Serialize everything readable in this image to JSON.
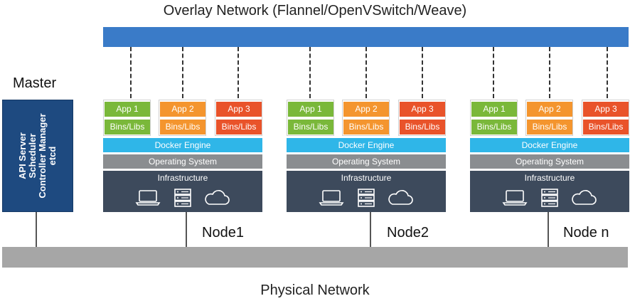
{
  "overlay_title": "Overlay Network (Flannel/OpenVSwitch/Weave)",
  "physical_title": "Physical Network",
  "master": {
    "label": "Master",
    "components": [
      "API Server",
      "Scheduler",
      "Controller Manager",
      "etcd"
    ]
  },
  "nodes": [
    {
      "label": "Node1",
      "apps": [
        "App 1",
        "App 2",
        "App 3"
      ],
      "libs": [
        "Bins/Libs",
        "Bins/Libs",
        "Bins/Libs"
      ],
      "docker": "Docker Engine",
      "os": "Operating System",
      "infra": "Infrastructure"
    },
    {
      "label": "Node2",
      "apps": [
        "App 1",
        "App 2",
        "App 3"
      ],
      "libs": [
        "Bins/Libs",
        "Bins/Libs",
        "Bins/Libs"
      ],
      "docker": "Docker Engine",
      "os": "Operating System",
      "infra": "Infrastructure"
    },
    {
      "label": "Node n",
      "apps": [
        "App 1",
        "App 2",
        "App 3"
      ],
      "libs": [
        "Bins/Libs",
        "Bins/Libs",
        "Bins/Libs"
      ],
      "docker": "Docker Engine",
      "os": "Operating System",
      "infra": "Infrastructure"
    }
  ],
  "colors": {
    "overlay": "#3a7bc8",
    "master": "#1e4a80",
    "app1": "#7ab83a",
    "app2": "#f4952e",
    "app3": "#e9532a",
    "docker": "#2fb6e8",
    "os": "#8a8d90",
    "infra": "#3d4a5c",
    "physical": "#a6a6a6"
  },
  "icons": [
    "laptop-icon",
    "server-icon",
    "cloud-icon"
  ]
}
